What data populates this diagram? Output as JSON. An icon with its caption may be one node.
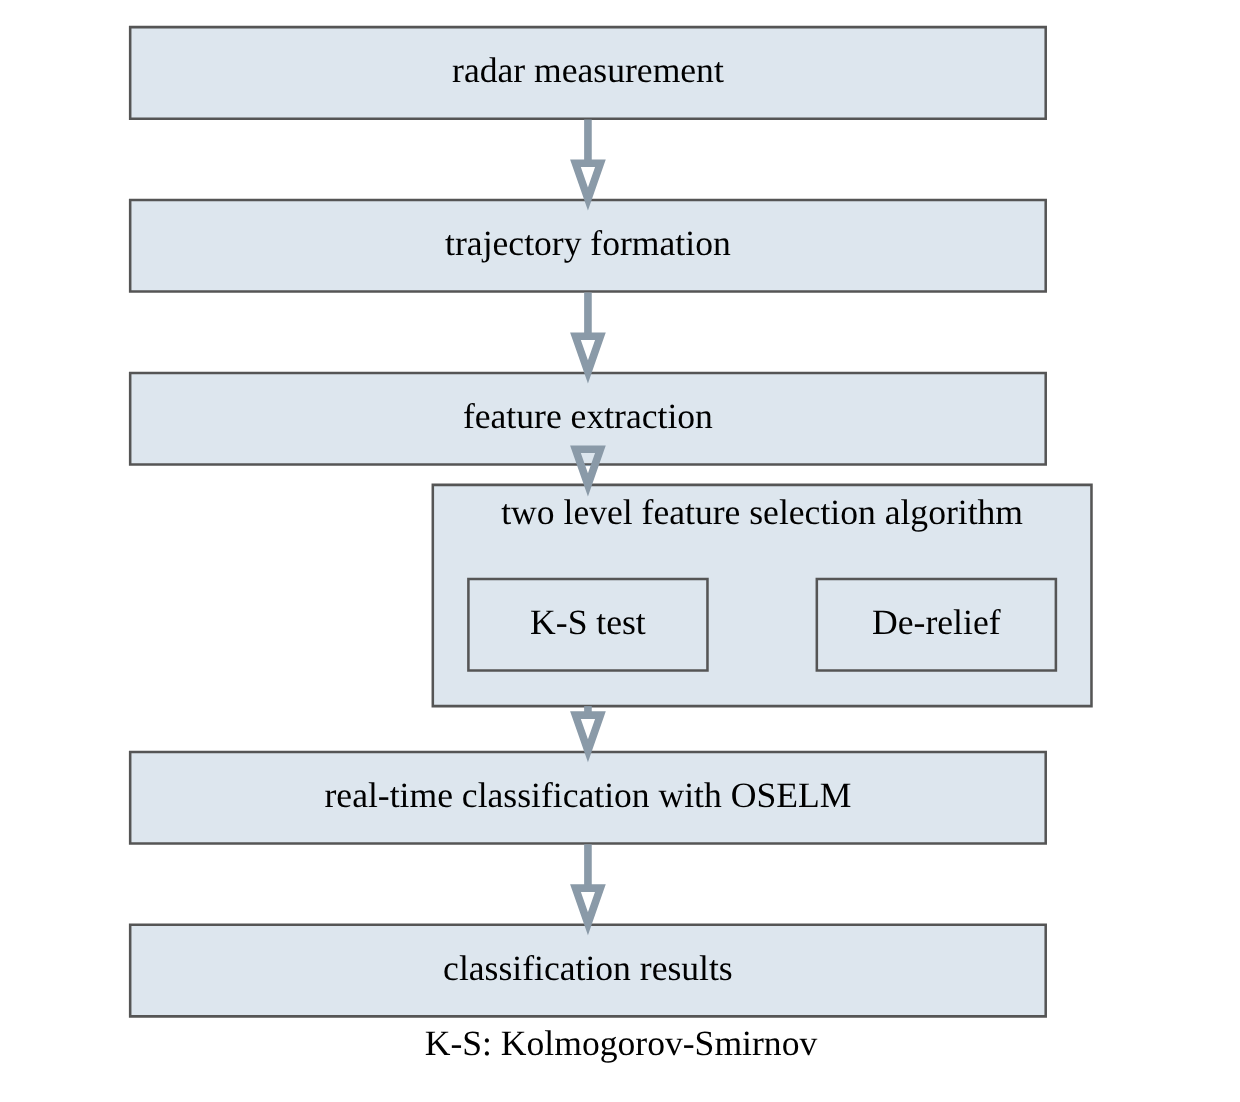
{
  "diagram": {
    "caption": "K-S: Kolmogorov-Smirnov",
    "nodes": [
      {
        "text": [
          "radar measurement"
        ]
      },
      {
        "text": [
          "trajectory formation"
        ]
      },
      {
        "text": [
          "feature extraction"
        ]
      },
      {
        "text": [
          "two level feature selection algorithm"
        ]
      },
      {
        "text": [
          "K-S test"
        ],
        "in": 3
      },
      {
        "text": [
          "De-relief"
        ],
        "in": 3
      },
      {
        "text": [
          "real-time classification with OSELM"
        ]
      },
      {
        "text": [
          "classification results"
        ]
      }
    ],
    "edges": [
      {
        "from": 0,
        "to": 1,
        "arrow": "to"
      },
      {
        "from": 1,
        "to": 2,
        "arrow": "to"
      },
      {
        "from": 2,
        "to": 3,
        "arrow": "to"
      },
      {
        "from": 3,
        "to": 6,
        "arrow": "to"
      },
      {
        "from": 6,
        "to": 7,
        "arrow": "to"
      }
    ]
  }
}
